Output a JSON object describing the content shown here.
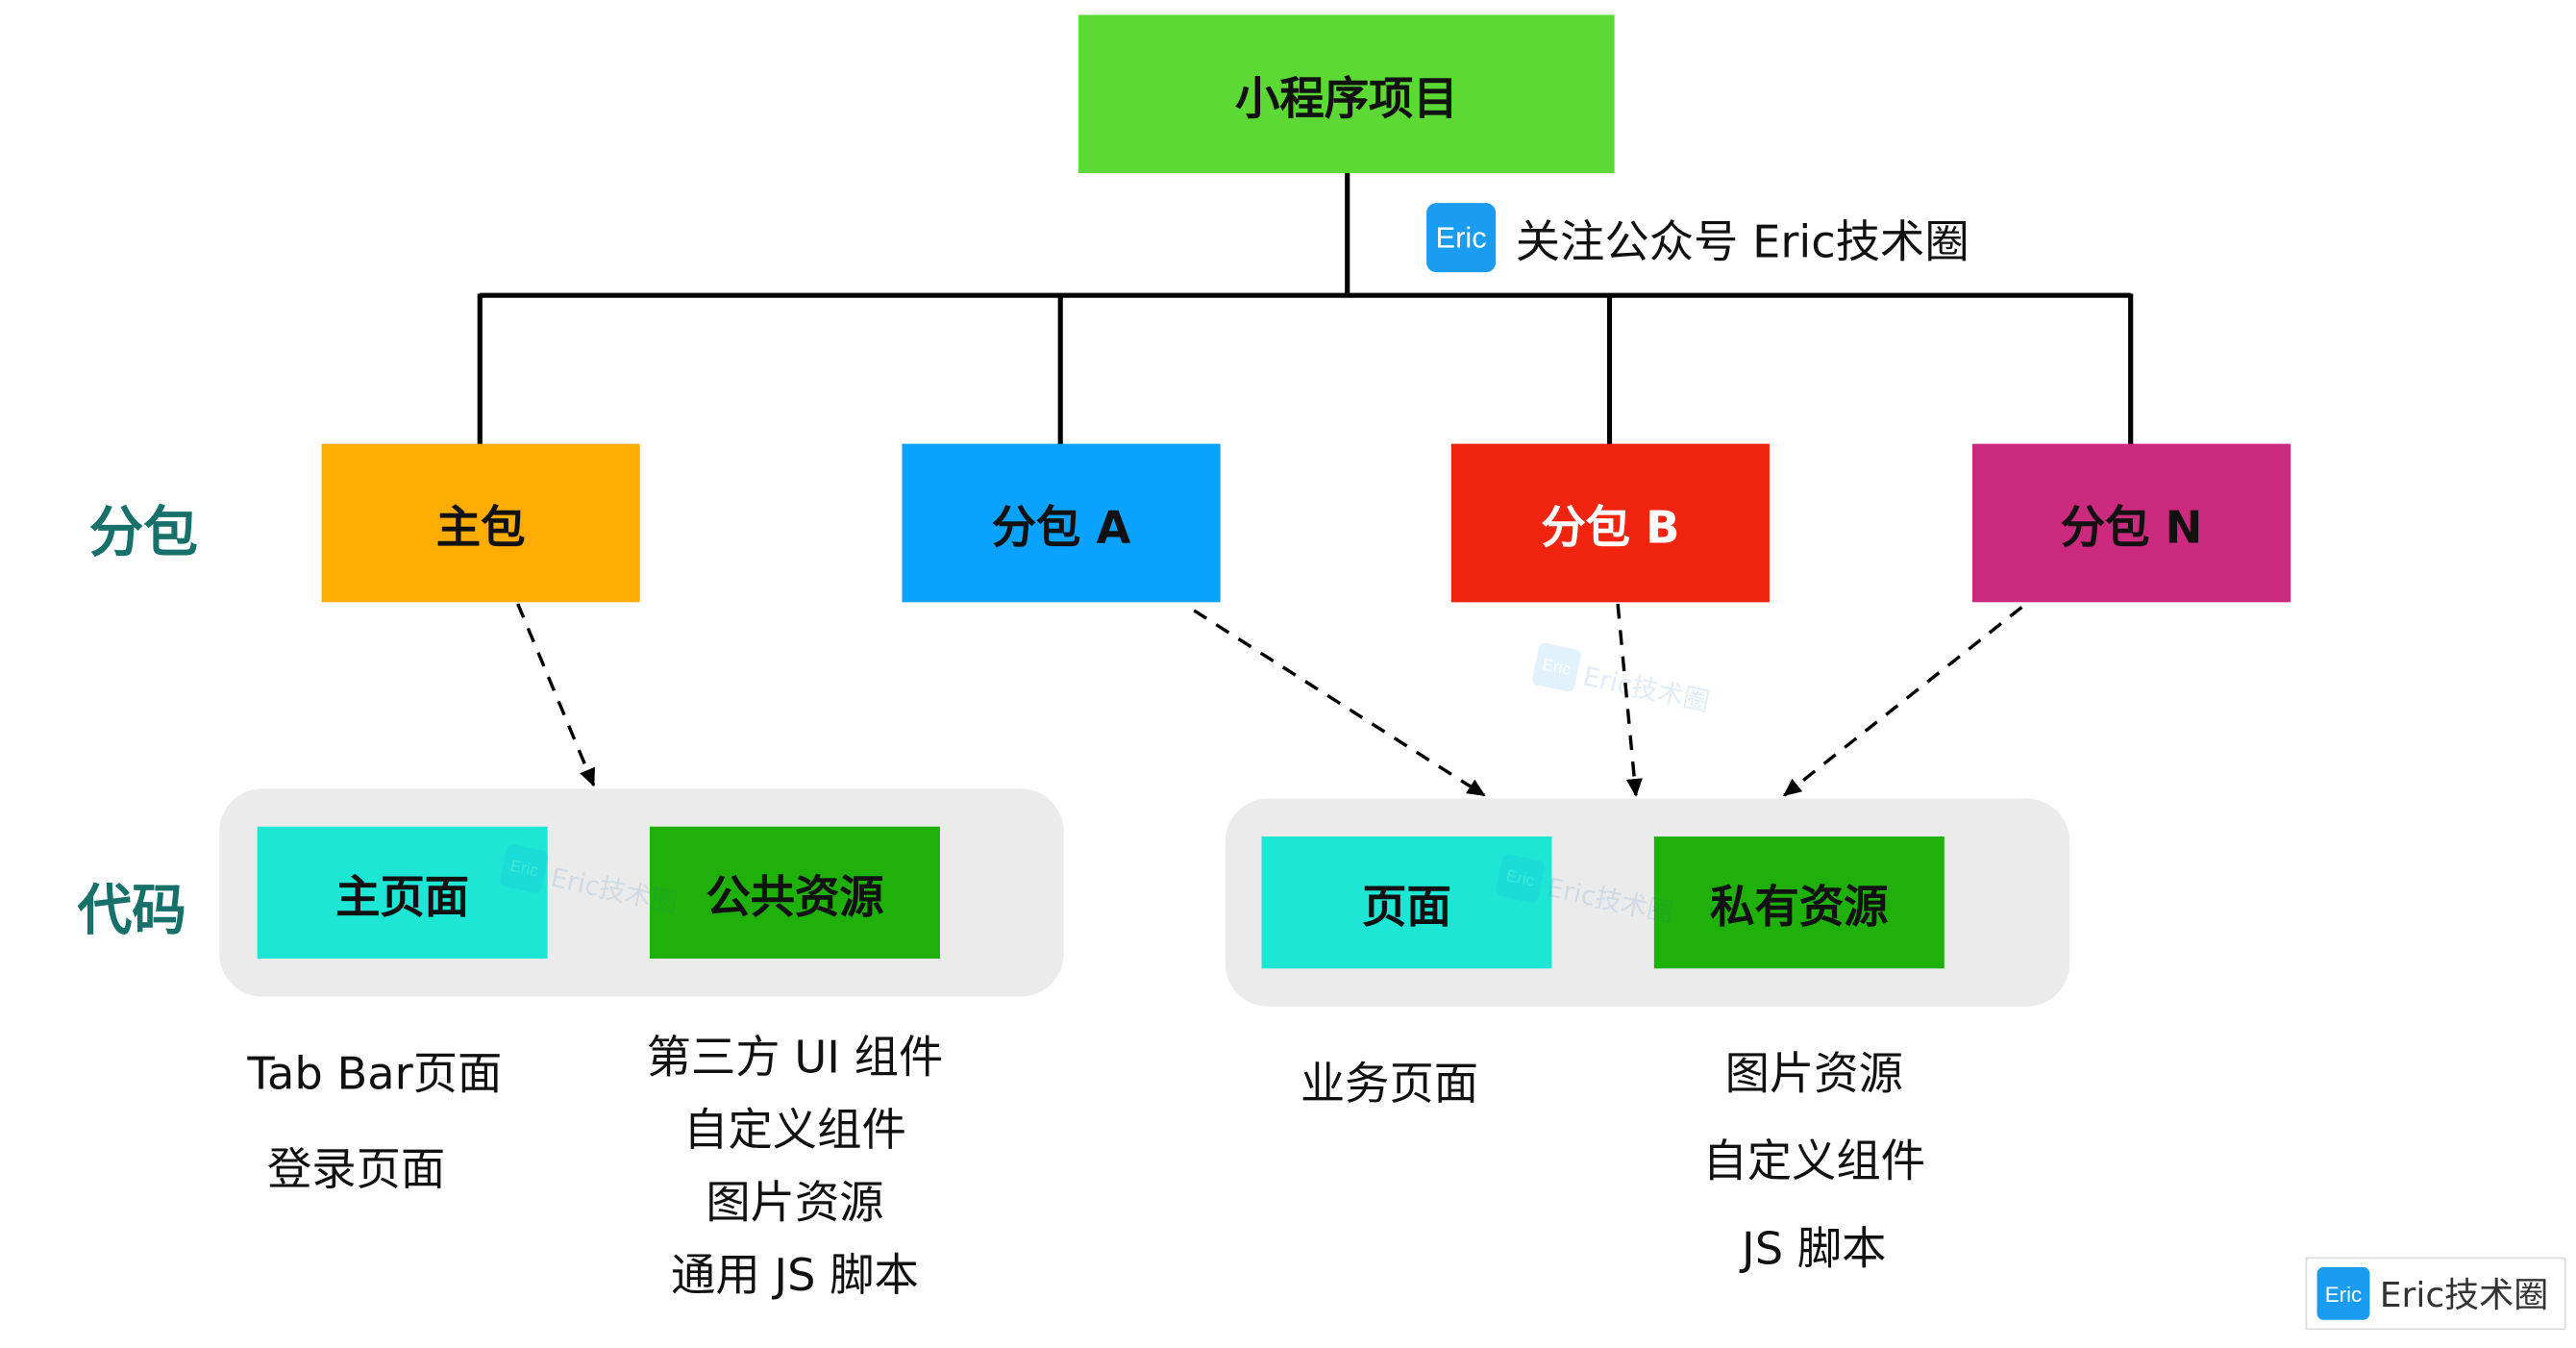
{
  "root": {
    "label": "小程序项目"
  },
  "follow": {
    "badge": "Eric",
    "text": "关注公众号 Eric技术圈"
  },
  "rows": {
    "packages": "分包",
    "code": "代码"
  },
  "packages": [
    {
      "label": "主包",
      "color": "#fdad00"
    },
    {
      "label": "分包 A",
      "color": "#0aa2ff"
    },
    {
      "label": "分包 B",
      "color": "#f12410"
    },
    {
      "label": "分包 N",
      "color": "#cc2a7e"
    }
  ],
  "main_group": {
    "page_box": {
      "label": "主页面",
      "color": "#1de6d4"
    },
    "resource_box": {
      "label": "公共资源",
      "color": "#1fb10a"
    },
    "page_items": [
      "Tab Bar页面",
      "登录页面"
    ],
    "resource_items": [
      "第三方 UI 组件",
      "自定义组件",
      "图片资源",
      "通用 JS 脚本"
    ]
  },
  "sub_group": {
    "page_box": {
      "label": "页面",
      "color": "#1de6d4"
    },
    "resource_box": {
      "label": "私有资源",
      "color": "#1fb10a"
    },
    "page_items": [
      "业务页面"
    ],
    "resource_items": [
      "图片资源",
      "自定义组件",
      "JS 脚本"
    ]
  },
  "watermark": {
    "badge": "Eric",
    "text": "Eric技术圈"
  },
  "colors": {
    "root": "#5cd934",
    "group_bg": "#ebebeb",
    "row_label": "#17706a"
  }
}
